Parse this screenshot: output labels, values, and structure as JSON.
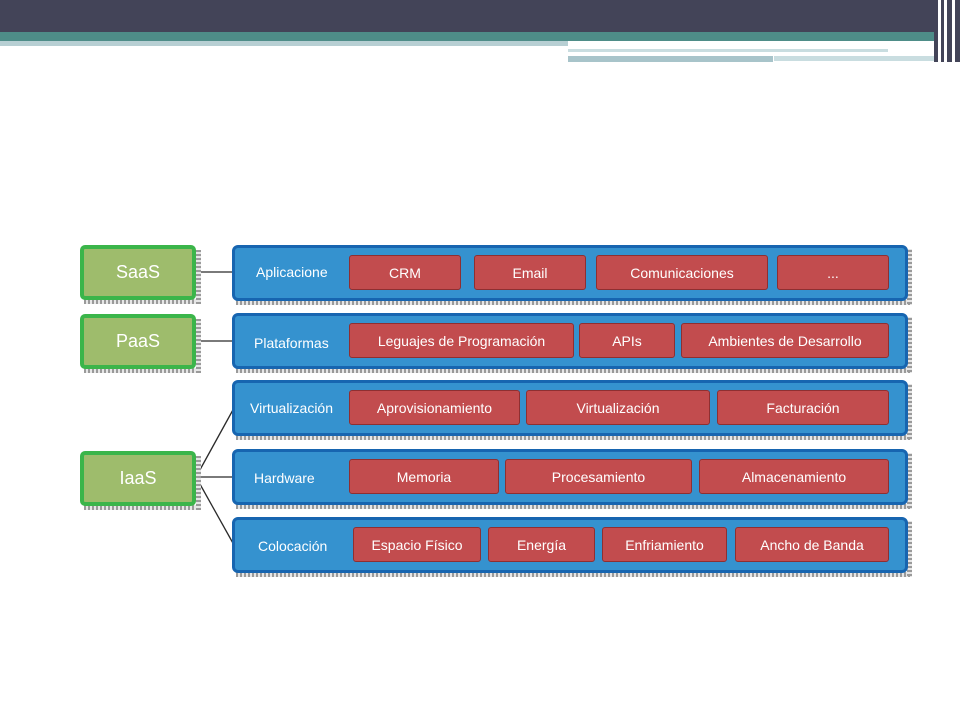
{
  "colors": {
    "header_dark": "#434458",
    "header_teal": "#4e8d88",
    "model_fill": "#9ebc6c",
    "model_border": "#3bb54a",
    "layer_fill": "#3592cf",
    "layer_border": "#1765b0",
    "item_fill": "#c24c4e"
  },
  "models": [
    {
      "id": "saas",
      "label": "SaaS"
    },
    {
      "id": "paas",
      "label": "PaaS"
    },
    {
      "id": "iaas",
      "label": "IaaS"
    }
  ],
  "layers": [
    {
      "id": "aplicacion",
      "label": "Aplicacione",
      "model": "SaaS",
      "items": [
        "CRM",
        "Email",
        "Comunicaciones",
        "..."
      ]
    },
    {
      "id": "plataformas",
      "label": "Plataformas",
      "model": "PaaS",
      "items": [
        "Leguajes de Programación",
        "APIs",
        "Ambientes de Desarrollo"
      ]
    },
    {
      "id": "virtualizacion",
      "label": "Virtualización",
      "model": "IaaS",
      "items": [
        "Aprovisionamiento",
        "Virtualización",
        "Facturación"
      ]
    },
    {
      "id": "hardware",
      "label": "Hardware",
      "model": "IaaS",
      "items": [
        "Memoria",
        "Procesamiento",
        "Almacenamiento"
      ]
    },
    {
      "id": "colocacion",
      "label": "Colocación",
      "model": "IaaS",
      "items": [
        "Espacio Físico",
        "Energía",
        "Enfriamiento",
        "Ancho de Banda"
      ]
    }
  ]
}
